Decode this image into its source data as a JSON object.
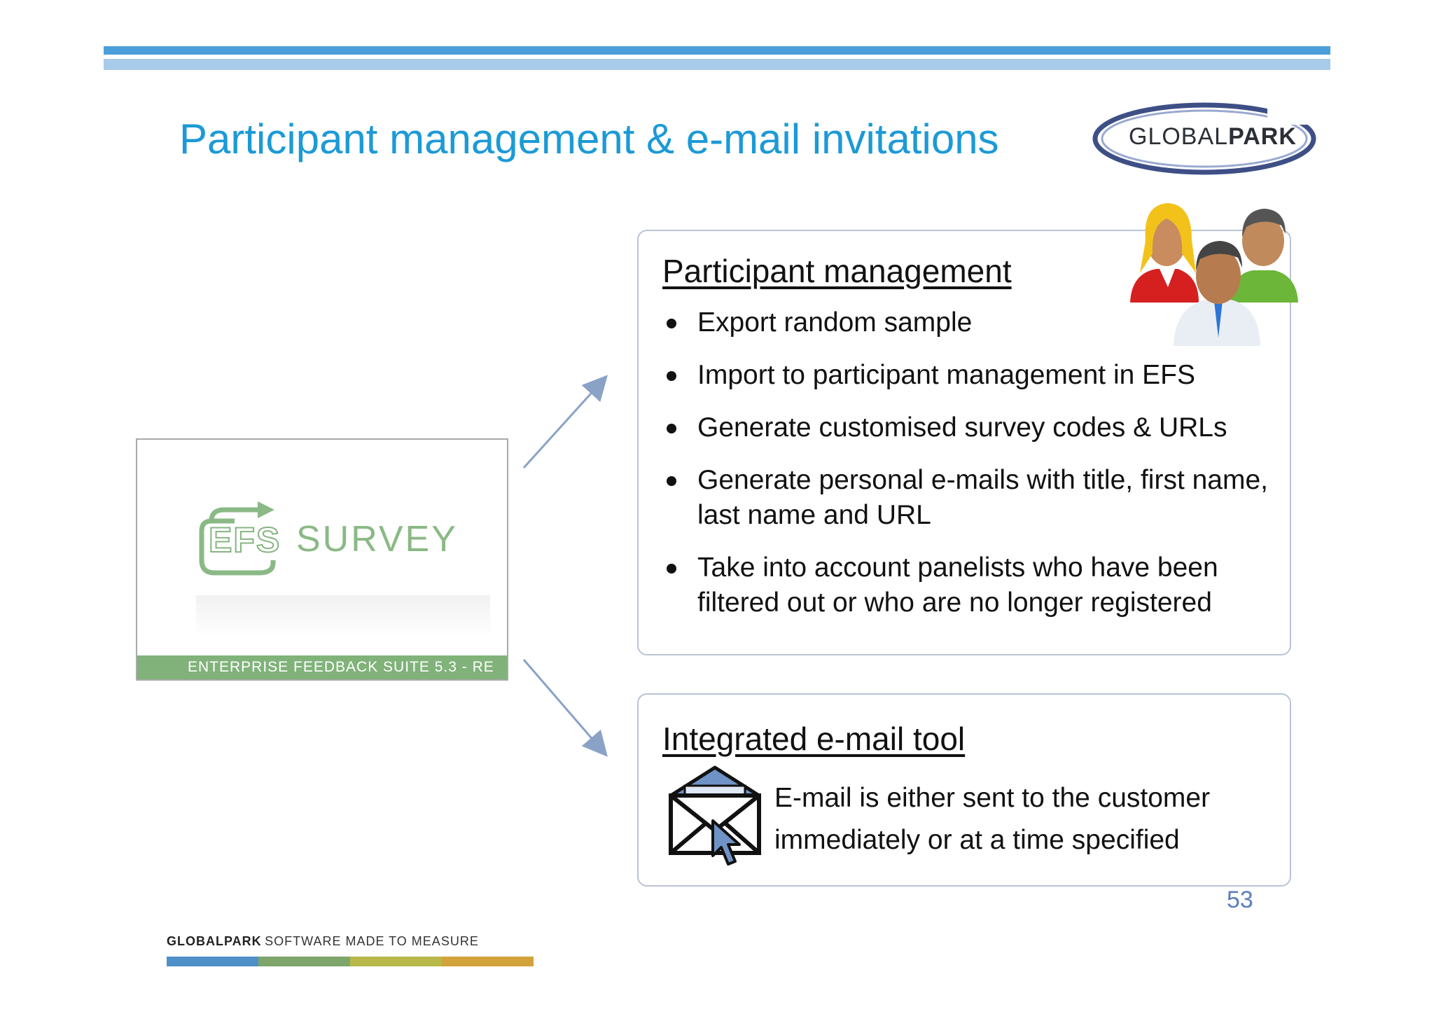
{
  "slide": {
    "title": "Participant management & e-mail invitations",
    "page_number": "53"
  },
  "brand_logo": {
    "word_light": "GLOBAL",
    "word_bold": "PARK"
  },
  "efs_panel": {
    "efs": "EFS",
    "survey": "SURVEY",
    "footer": "ENTERPRISE FEEDBACK SUITE 5.3 - RE"
  },
  "participant_box": {
    "heading": "Participant management",
    "bullets": [
      "Export random sample",
      "Import to participant management in EFS",
      "Generate customised survey codes & URLs",
      "Generate personal e-mails with title, first name, last name and URL",
      "Take into account panelists who have been filtered out or who are no longer registered"
    ]
  },
  "email_box": {
    "heading": "Integrated e-mail tool",
    "text": "E-mail is either sent to the customer immediately or at a time specified"
  },
  "footer": {
    "brand_bold": "GLOBALPARK",
    "tagline": "SOFTWARE MADE TO MEASURE",
    "strip_colors": [
      "#4f90c9",
      "#7ea56a",
      "#b9b84a",
      "#d2a23b"
    ]
  },
  "colors": {
    "title": "#1c9ad6",
    "top_bar_dark": "#4a9ed9",
    "top_bar_light": "#a9cbea",
    "box_border": "#b8c4d6",
    "efs_green": "#80b27a",
    "page_number": "#5b7fbd"
  }
}
